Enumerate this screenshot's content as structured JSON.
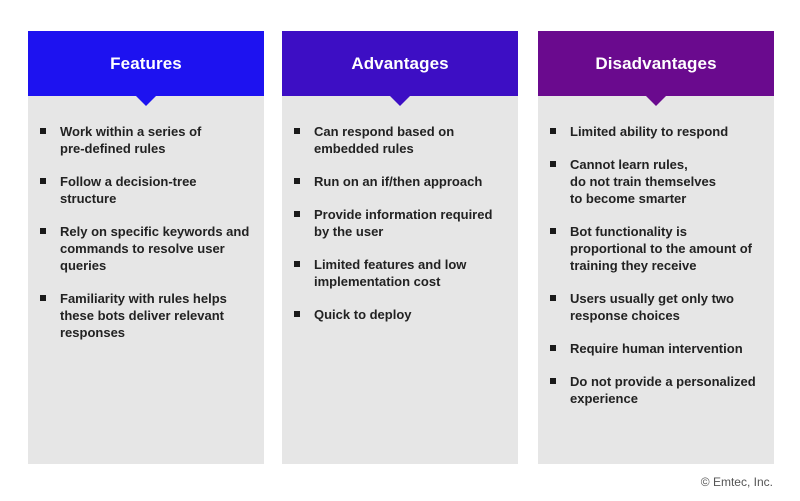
{
  "columns": [
    {
      "title": "Features",
      "color": "#1d12f0",
      "items": [
        "Work within a series of\npre-defined rules",
        "Follow a decision-tree\nstructure",
        "Rely on specific keywords and\ncommands to resolve user\nqueries",
        "Familiarity with rules helps\nthese bots deliver relevant\nresponses"
      ]
    },
    {
      "title": "Advantages",
      "color": "#3d0ec4",
      "items": [
        "Can respond based on\nembedded rules",
        "Run on an if/then approach",
        "Provide information required\nby the user",
        "Limited features and low\nimplementation cost",
        "Quick to deploy"
      ]
    },
    {
      "title": "Disadvantages",
      "color": "#6a0a8e",
      "items": [
        "Limited ability to respond",
        "Cannot learn rules,\ndo not train themselves\nto become smarter",
        "Bot functionality is\nproportional to the amount of\ntraining they receive",
        "Users usually get only two\nresponse choices",
        "Require human intervention",
        "Do not provide a personalized\nexperience"
      ]
    }
  ],
  "copyright": "© Emtec, Inc."
}
